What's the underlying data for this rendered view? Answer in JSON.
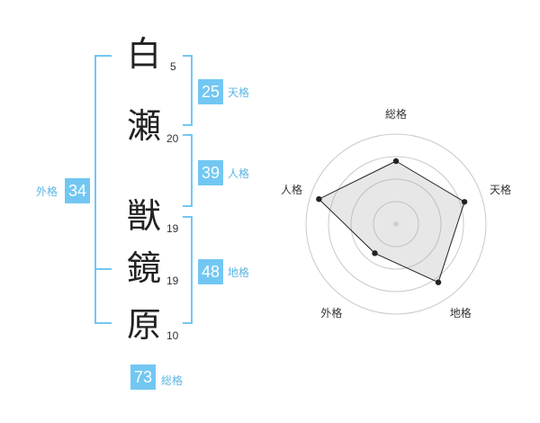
{
  "name": {
    "chars": [
      {
        "char": "白",
        "strokes": "5"
      },
      {
        "char": "瀬",
        "strokes": "20"
      },
      {
        "char": "獣",
        "strokes": "19"
      },
      {
        "char": "鏡",
        "strokes": "19"
      },
      {
        "char": "原",
        "strokes": "10"
      }
    ]
  },
  "fortune": {
    "tenkaku": {
      "value": "25",
      "label": "天格"
    },
    "jinkaku": {
      "value": "39",
      "label": "人格"
    },
    "chikaku": {
      "value": "48",
      "label": "地格"
    },
    "gaikaku": {
      "value": "34",
      "label": "外格"
    },
    "soukaku": {
      "value": "73",
      "label": "総格"
    }
  },
  "colors": {
    "accent": "#72c7f2",
    "accent_text": "#5ab5e3"
  },
  "chart_data": {
    "type": "radar",
    "axes": [
      "総格",
      "天格",
      "地格",
      "外格",
      "人格"
    ],
    "values": [
      3.5,
      4,
      4,
      2,
      4.5
    ],
    "max": 5,
    "rings": 4
  }
}
